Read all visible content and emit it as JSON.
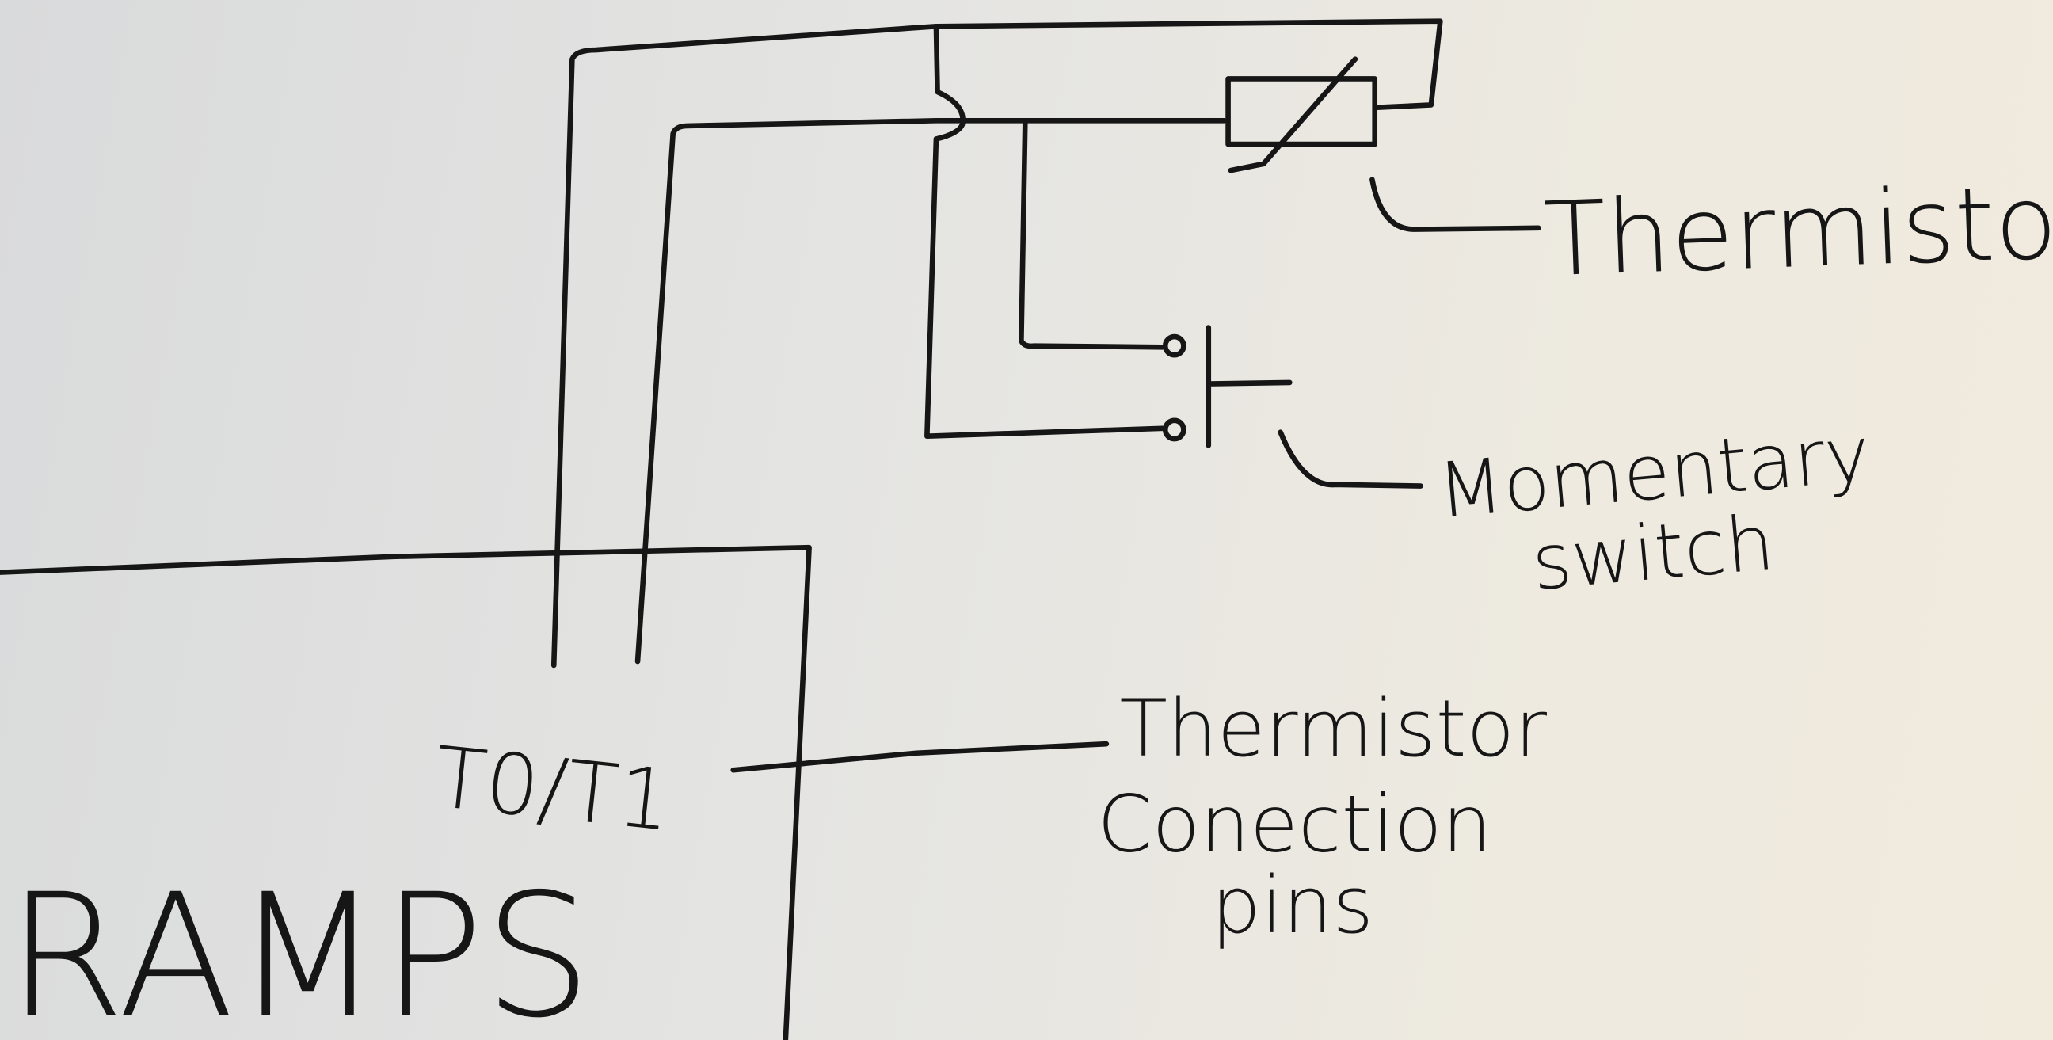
{
  "labels": {
    "thermistor": "Thermistor",
    "momentary_line1": "Momentary",
    "momentary_line2": "switch",
    "pins_line1": "Thermistor",
    "pins_line2": "Conection",
    "pins_line3": "pins",
    "pin_names": "T0/T1",
    "board": "RAMPS"
  },
  "colors": {
    "ink": "#161616",
    "paper": "#e6e5e1"
  }
}
